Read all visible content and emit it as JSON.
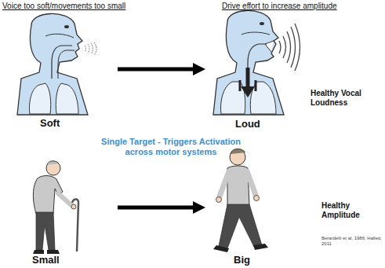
{
  "diagram": {
    "nodes": [
      {
        "text": [
          "Soft"
        ]
      },
      {
        "text": [
          "Loud"
        ]
      },
      {
        "text": [
          "Small"
        ]
      },
      {
        "text": [
          "Big"
        ]
      }
    ],
    "edges": [
      {
        "from": 0,
        "to": 1,
        "arrow": "to"
      },
      {
        "from": 2,
        "to": 3,
        "arrow": "to"
      }
    ],
    "labels": [
      "Voice too soft/movements too small",
      "Drive effort to increase amplitude",
      "Healthy Vocal Loudness",
      "Single Target - Triggers Activation across motor systems",
      "Healthy Amplitude",
      "Berardelli et al, 1986; Hallett, 2011"
    ]
  }
}
